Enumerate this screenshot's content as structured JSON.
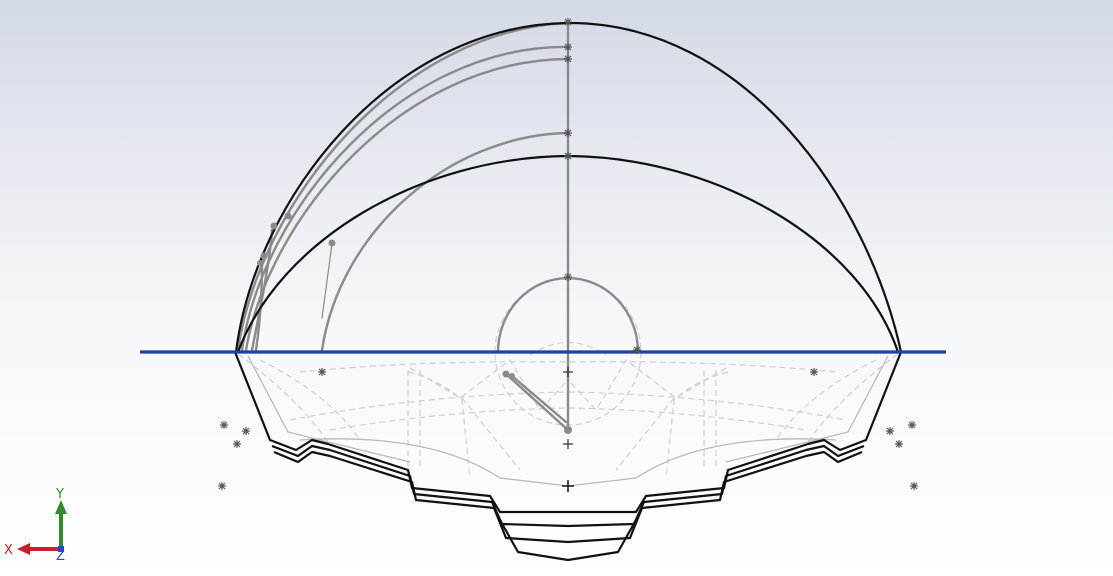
{
  "viewport": {
    "view_orientation": "front",
    "background": {
      "top": "#d3d9e5",
      "bottom": "#ffffff"
    }
  },
  "sketch": {
    "plane_line_color": "#1f3fa8",
    "curve_color": "#8a8a8a",
    "edge_color": "#111111",
    "hidden_line_color": "#c8c8c8"
  },
  "triad": {
    "x_label": "X",
    "y_label": "Y",
    "z_label": "Z",
    "x_color": "#c8202a",
    "y_color": "#2e8b2e",
    "z_color": "#2a45c8"
  }
}
